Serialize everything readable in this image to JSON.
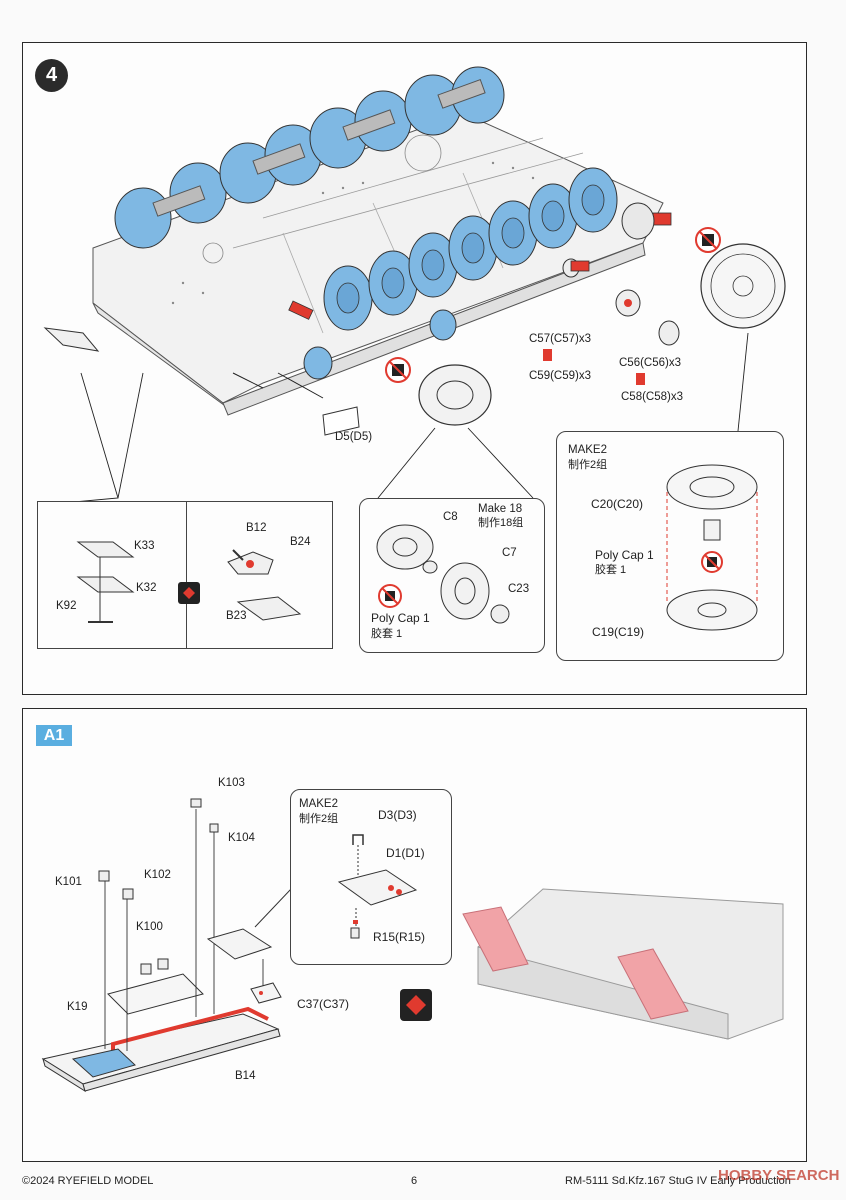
{
  "step4": {
    "number": "4",
    "labels": {
      "d5": "D5(D5)",
      "c57": "C57(C57)x3",
      "c59": "C59(C59)x3",
      "c56": "C56(C56)x3",
      "c58": "C58(C58)x3"
    },
    "left_box": {
      "k33": "K33",
      "k32": "K32",
      "k92": "K92",
      "b12": "B12",
      "b24": "B24",
      "b23": "B23"
    },
    "wheel_box": {
      "make": "Make 18",
      "make_cn": "制作18组",
      "c8": "C8",
      "c7": "C7",
      "c23": "C23",
      "poly": "Poly Cap 1",
      "poly_cn": "胶套 1"
    },
    "sprocket_box": {
      "make": "MAKE2",
      "make_cn": "制作2组",
      "c20": "C20(C20)",
      "poly": "Poly Cap 1",
      "poly_cn": "胶套 1",
      "c19": "C19(C19)"
    }
  },
  "stepA1": {
    "badge": "A1",
    "labels": {
      "k103": "K103",
      "k104": "K104",
      "k101": "K101",
      "k102": "K102",
      "k100": "K100",
      "k19": "K19",
      "b14": "B14",
      "c37": "C37(C37)"
    },
    "make_box": {
      "make": "MAKE2",
      "make_cn": "制作2组",
      "d3": "D3(D3)",
      "d1": "D1(D1)",
      "r15": "R15(R15)"
    }
  },
  "footer": {
    "copyright": "©2024 RYEFIELD MODEL",
    "page": "6",
    "product": "RM-5111 Sd.Kfz.167 StuG IV Early Production",
    "watermark": "HOBBY SEARCH"
  },
  "colors": {
    "wheel_blue": "#7fb8e3",
    "part_red": "#e03a2f",
    "part_pink": "#f1a3a7",
    "badge_blue": "#5aaee0"
  }
}
